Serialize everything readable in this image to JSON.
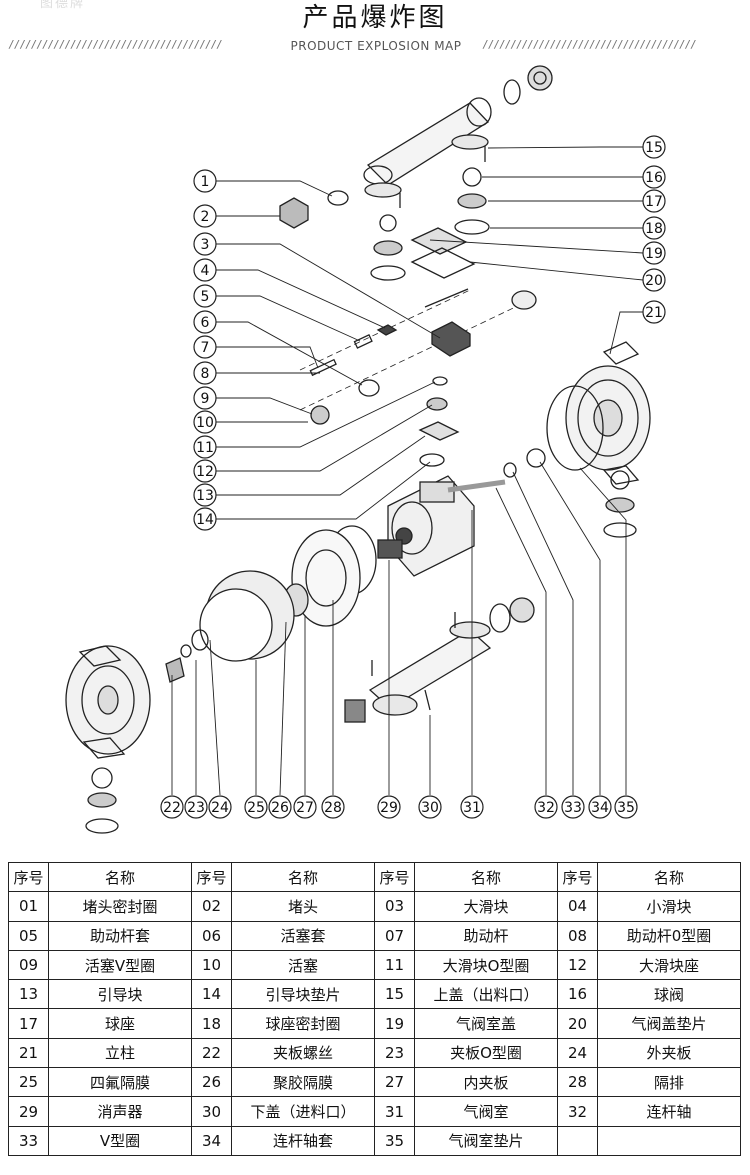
{
  "header": {
    "title": "产品爆炸图",
    "subtitle": "PRODUCT EXPLOSION MAP",
    "divider_left": "//////////////////////////////////////",
    "divider_right": "//////////////////////////////////////"
  },
  "callouts": {
    "left": [
      "1",
      "2",
      "3",
      "4",
      "5",
      "6",
      "7",
      "8",
      "9",
      "10",
      "11",
      "12",
      "13",
      "14"
    ],
    "right": [
      "15",
      "16",
      "17",
      "18",
      "19",
      "20",
      "21"
    ],
    "bottom": [
      "22",
      "23",
      "24",
      "25",
      "26",
      "27",
      "28",
      "29",
      "30",
      "31",
      "32",
      "33",
      "34",
      "35"
    ]
  },
  "table": {
    "headers": [
      "序号",
      "名称",
      "序号",
      "名称",
      "序号",
      "名称",
      "序号",
      "名称"
    ],
    "rows": [
      [
        "01",
        "堵头密封圈",
        "02",
        "堵头",
        "03",
        "大滑块",
        "04",
        "小滑块"
      ],
      [
        "05",
        "助动杆套",
        "06",
        "活塞套",
        "07",
        "助动杆",
        "08",
        "助动杆0型圈"
      ],
      [
        "09",
        "活塞V型圈",
        "10",
        "活塞",
        "11",
        "大滑块O型圈",
        "12",
        "大滑块座"
      ],
      [
        "13",
        "引导块",
        "14",
        "引导块垫片",
        "15",
        "上盖（出料口）",
        "16",
        "球阀"
      ],
      [
        "17",
        "球座",
        "18",
        "球座密封圈",
        "19",
        "气阀室盖",
        "20",
        "气阀盖垫片"
      ],
      [
        "21",
        "立柱",
        "22",
        "夹板螺丝",
        "23",
        "夹板O型圈",
        "24",
        "外夹板"
      ],
      [
        "25",
        "四氟隔膜",
        "26",
        "聚胶隔膜",
        "27",
        "内夹板",
        "28",
        "隔排"
      ],
      [
        "29",
        "消声器",
        "30",
        "下盖（进料口）",
        "31",
        "气阀室",
        "32",
        "连杆轴"
      ],
      [
        "33",
        "V型圈",
        "34",
        "连杆轴套",
        "35",
        "气阀室垫片",
        "",
        ""
      ]
    ]
  }
}
